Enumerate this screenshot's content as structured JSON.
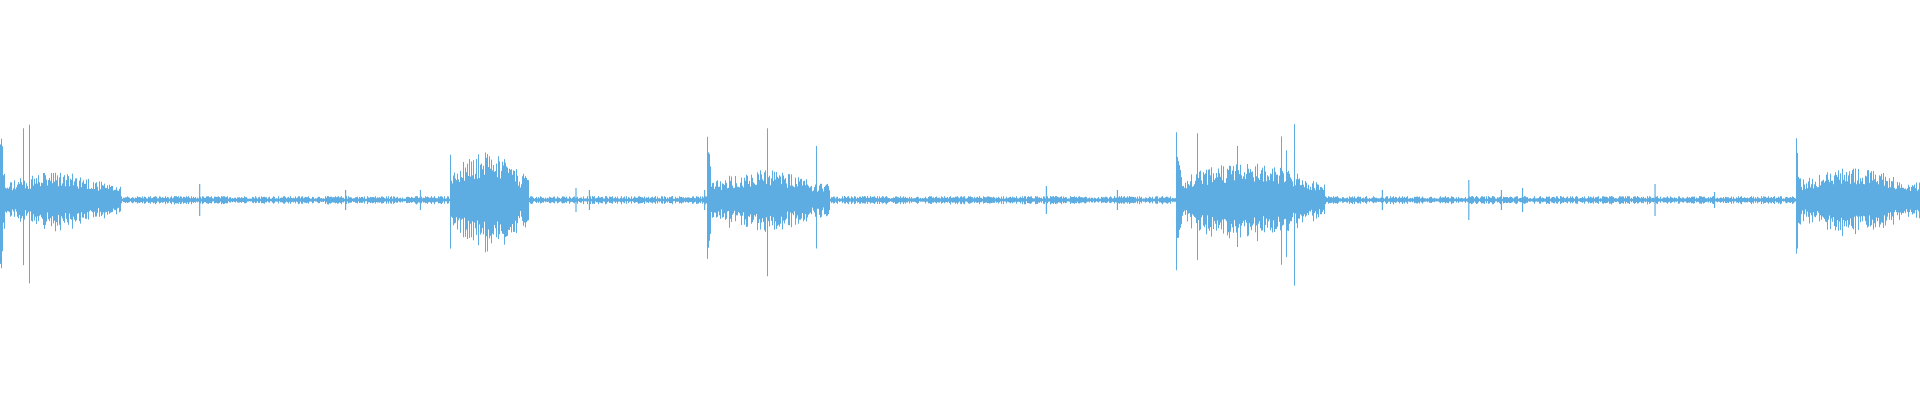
{
  "waveform": {
    "color": "#5dade2",
    "baseline_level": 0.02,
    "bursts": [
      {
        "start": 0.0,
        "end": 0.063,
        "peak": 0.45,
        "body": 0.14
      },
      {
        "start": 0.234,
        "end": 0.275,
        "peak": 0.26,
        "body": 0.24
      },
      {
        "start": 0.368,
        "end": 0.432,
        "peak": 0.42,
        "body": 0.15
      },
      {
        "start": 0.612,
        "end": 0.69,
        "peak": 0.4,
        "body": 0.19
      },
      {
        "start": 0.935,
        "end": 1.0,
        "peak": 0.46,
        "body": 0.16
      }
    ],
    "spikes": [
      {
        "pos": 0.104,
        "level": 0.08
      },
      {
        "pos": 0.18,
        "level": 0.05
      },
      {
        "pos": 0.219,
        "level": 0.05
      },
      {
        "pos": 0.3,
        "level": 0.06
      },
      {
        "pos": 0.307,
        "level": 0.05
      },
      {
        "pos": 0.367,
        "level": 0.05
      },
      {
        "pos": 0.43,
        "level": 0.05
      },
      {
        "pos": 0.545,
        "level": 0.07
      },
      {
        "pos": 0.582,
        "level": 0.05
      },
      {
        "pos": 0.72,
        "level": 0.05
      },
      {
        "pos": 0.765,
        "level": 0.1
      },
      {
        "pos": 0.782,
        "level": 0.05
      },
      {
        "pos": 0.793,
        "level": 0.06
      },
      {
        "pos": 0.862,
        "level": 0.08
      },
      {
        "pos": 0.893,
        "level": 0.04
      }
    ]
  }
}
